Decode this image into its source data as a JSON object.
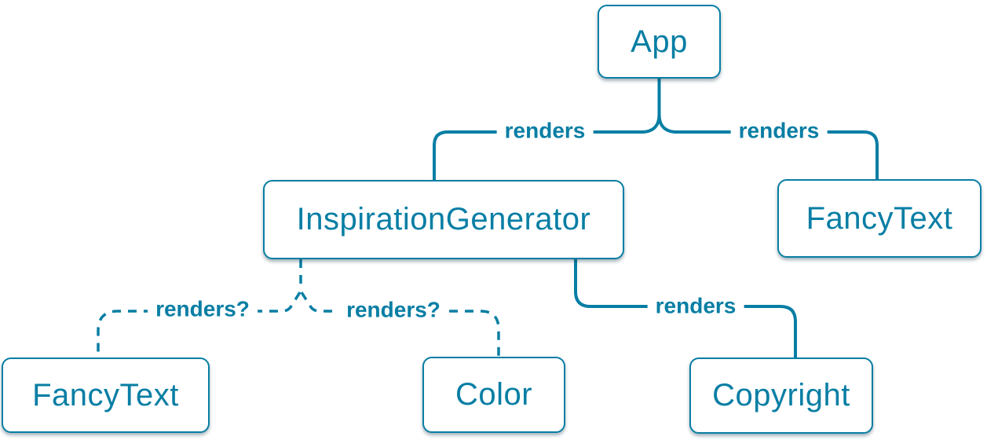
{
  "diagram": {
    "type": "component-render-tree",
    "colors": {
      "accent": "#087EA4",
      "node_fill": "#FFFFFF",
      "background": "#FFFFFF"
    },
    "nodes": [
      {
        "id": "app",
        "label": "App"
      },
      {
        "id": "inspiration-generator",
        "label": "InspirationGenerator"
      },
      {
        "id": "fancy-text-top",
        "label": "FancyText"
      },
      {
        "id": "fancy-text-bottom",
        "label": "FancyText"
      },
      {
        "id": "color",
        "label": "Color"
      },
      {
        "id": "copyright",
        "label": "Copyright"
      }
    ],
    "edges": [
      {
        "from": "App",
        "to": "InspirationGenerator",
        "label": "renders",
        "style": "solid"
      },
      {
        "from": "App",
        "to": "FancyText",
        "label": "renders",
        "style": "solid"
      },
      {
        "from": "InspirationGenerator",
        "to": "FancyText",
        "label": "renders?",
        "style": "dashed"
      },
      {
        "from": "InspirationGenerator",
        "to": "Color",
        "label": "renders?",
        "style": "dashed"
      },
      {
        "from": "InspirationGenerator",
        "to": "Copyright",
        "label": "renders",
        "style": "solid"
      }
    ]
  }
}
